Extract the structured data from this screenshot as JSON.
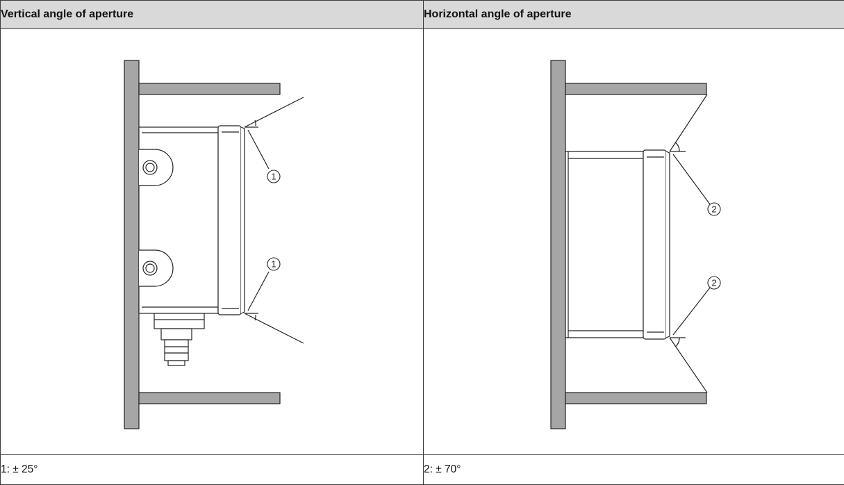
{
  "table": {
    "headers": [
      "Vertical angle of aperture",
      "Horizontal angle of aperture"
    ],
    "captions": [
      "1: ± 25°",
      "2: ± 70°"
    ]
  },
  "figures": {
    "vertical": {
      "callout_label": "1"
    },
    "horizontal": {
      "callout_label": "2"
    }
  },
  "colors": {
    "header_bg": "#d9d9d9",
    "bracket_fill": "#a6a6a6",
    "line": "#222222"
  }
}
